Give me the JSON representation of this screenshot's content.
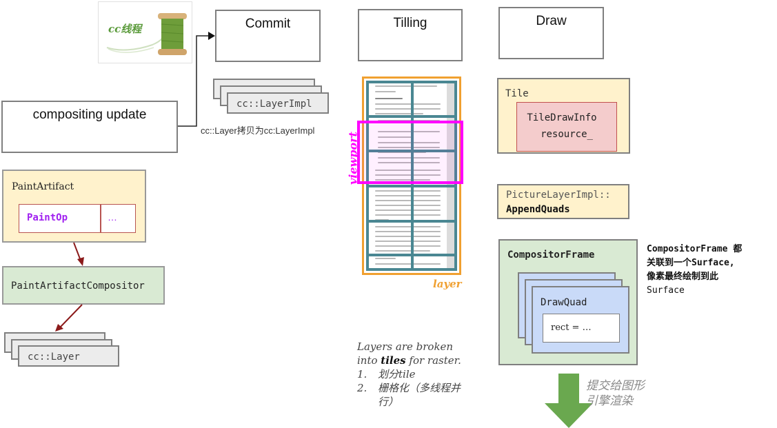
{
  "thread_badge": {
    "label": "cc线程",
    "icon": "thread-spool-icon"
  },
  "stages": {
    "commit": "Commit",
    "tilling": "Tilling",
    "draw": "Draw",
    "compositing_update": "compositing update"
  },
  "commit_section": {
    "layer_impl_label": "cc::LayerImpl",
    "copy_caption": "cc::Layer拷贝为cc:LayerImpl"
  },
  "paint_section": {
    "paint_artifact_label": "PaintArtifact",
    "paint_op_label": "PaintOp",
    "paint_op_more": "…",
    "compositor_label": "PaintArtifactCompositor",
    "cc_layer_label": "cc::Layer"
  },
  "tiling_section": {
    "viewport_label": "viewport",
    "layer_label": "layer",
    "caption_line1": "Layers are broken",
    "caption_line2_pre": "into ",
    "caption_line2_bold": "tiles",
    "caption_line2_post": " for raster.",
    "steps": [
      {
        "num": "1.",
        "text": "划分tile"
      },
      {
        "num": "2.",
        "text": "栅格化（多线程并行）"
      }
    ]
  },
  "draw_section": {
    "tile_label": "Tile",
    "tile_draw_info": "TileDrawInfo",
    "resource": "resource_",
    "append_quads_line1": "PictureLayerImpl::",
    "append_quads_line2": "AppendQuads",
    "compositor_frame_label": "CompositorFrame",
    "draw_quad_label": "DrawQuad",
    "rect_label": "rect = …",
    "surface_note": [
      "CompositorFrame 都",
      "关联到一个Surface,",
      "像素最终绘制到此",
      "Surface"
    ],
    "submit_note": [
      "提交给图形",
      "引擎渲染"
    ]
  },
  "colors": {
    "stage_border": "#7f7f7f",
    "yellow_fill": "#fff2cc",
    "green_fill": "#d9ead3",
    "red_fill": "#f4cccc",
    "blue_fill": "#c9daf8",
    "dark_red_arrow": "#8b1a1a",
    "tile_teal": "#4a8792",
    "layer_orange": "#f0a030",
    "viewport_magenta": "#ff00ff",
    "paint_op_purple": "#a020f0",
    "submit_arrow_green": "#6aa84f"
  }
}
